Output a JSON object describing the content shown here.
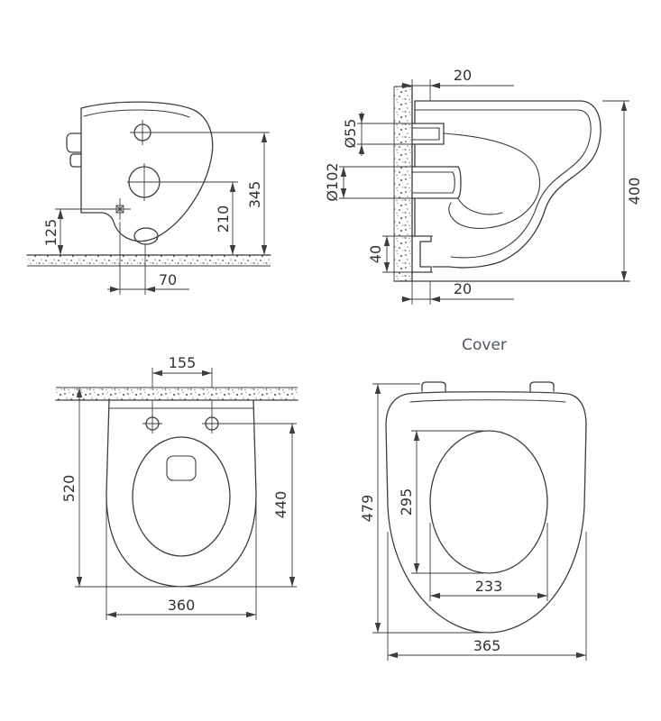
{
  "drawing": {
    "side_view": {
      "dim_height_fixing": "345",
      "dim_height_drain": "210",
      "dim_height_bottom": "125",
      "dim_offset": "70"
    },
    "section_view": {
      "dim_top_offset": "20",
      "dim_inlet": "Ø55",
      "dim_outlet": "Ø102",
      "dim_height": "400",
      "dim_bracket": "40",
      "dim_bottom_offset": "20"
    },
    "top_view": {
      "dim_hole_spacing": "155",
      "dim_depth": "520",
      "dim_inner_depth": "440",
      "dim_width": "360"
    },
    "cover_view": {
      "title": "Cover",
      "dim_depth": "479",
      "dim_inner_depth": "295",
      "dim_inner_width": "233",
      "dim_width": "365"
    }
  },
  "colors": {
    "line": "#3d3d3d",
    "dimension_text": "#333333",
    "cover_title": "#4d5560",
    "background": "#ffffff"
  }
}
